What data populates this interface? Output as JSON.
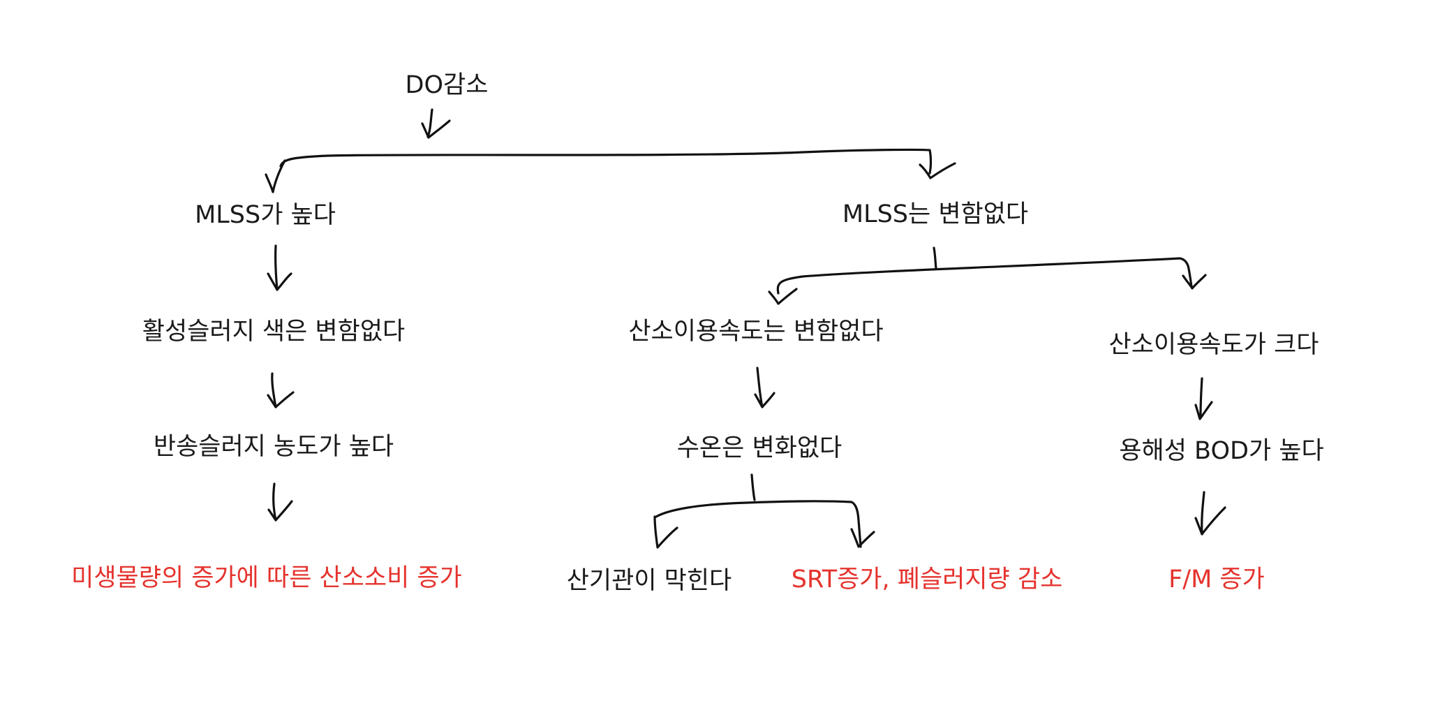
{
  "diagram": {
    "root": "DO감소",
    "left_branch": {
      "level1": "MLSS가 높다",
      "level2": "활성슬러지 색은 변함없다",
      "level3": "반송슬러지 농도가 높다",
      "result": "미생물량의 증가에 따른 산소소비 증가"
    },
    "right_branch": {
      "level1": "MLSS는 변함없다",
      "mid": {
        "level2": "산소이용속도는 변함없다",
        "level3": "수온은 변화없다",
        "result_a": "산기관이 막힌다",
        "result_b": "SRT증가, 폐슬러지량 감소"
      },
      "right": {
        "level2": "산소이용속도가 크다",
        "level3": "용해성 BOD가 높다",
        "result": "F/M 증가"
      }
    },
    "colors": {
      "ink": "#1a1a1a",
      "highlight": "#e5322d"
    }
  }
}
